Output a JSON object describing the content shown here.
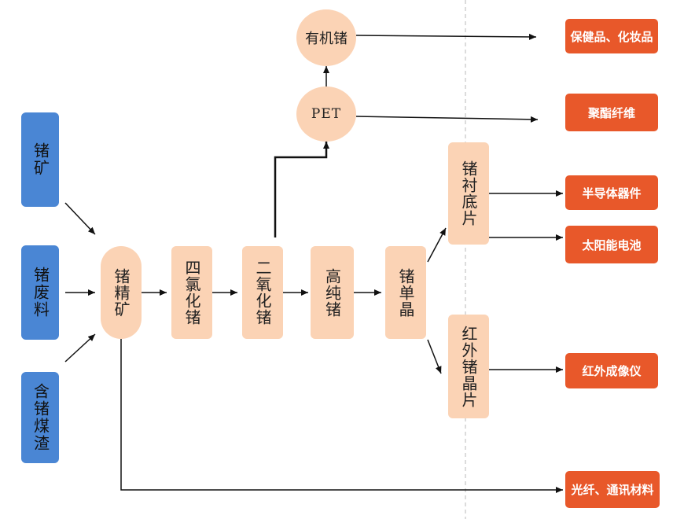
{
  "sources": [
    "锗矿",
    "锗废料",
    "含锗煤渣"
  ],
  "process": {
    "concentrate": "锗精矿",
    "tetrachloride": "四氯化锗",
    "dioxide": "二氧化锗",
    "high_purity": "高纯锗",
    "single_crystal": "锗单晶",
    "substrate": "锗衬底片",
    "infrared_crystal": "红外锗晶片",
    "pet": "PET",
    "organic": "有机锗"
  },
  "products": {
    "health": "保健品、化妆品",
    "fiber": "聚酯纤维",
    "semiconductor": "半导体器件",
    "solar": "太阳能电池",
    "infrared_imager": "红外成像仪",
    "optical": "光纤、通讯材料"
  },
  "colors": {
    "source_fill": "#4a86d4",
    "process_fill": "#fbd3b5",
    "product_fill": "#e8582a",
    "arrow": "#111111"
  }
}
